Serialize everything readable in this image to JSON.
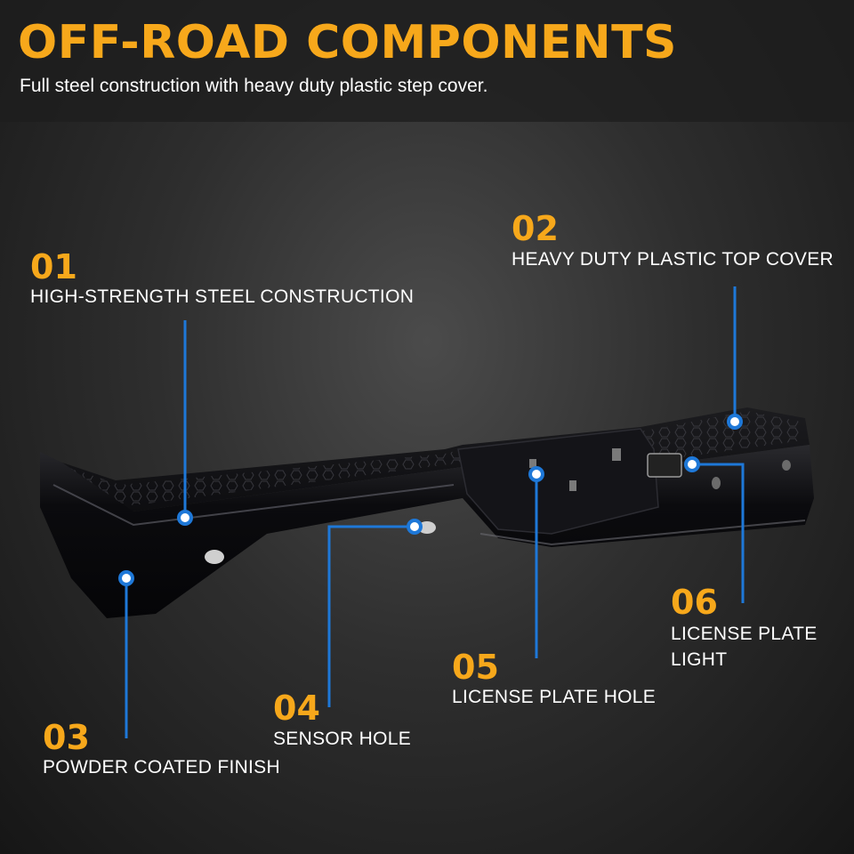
{
  "header": {
    "title": "OFF-ROAD COMPONENTS",
    "subtitle": "Full steel construction with heavy duty plastic step cover."
  },
  "colors": {
    "accent": "#f7a81b",
    "callout_line": "#1e78d8",
    "text": "#ffffff"
  },
  "callouts": [
    {
      "number": "01",
      "label": "HIGH-STRENGTH STEEL CONSTRUCTION"
    },
    {
      "number": "02",
      "label": "HEAVY DUTY PLASTIC TOP COVER"
    },
    {
      "number": "03",
      "label": "POWDER COATED FINISH"
    },
    {
      "number": "04",
      "label": "SENSOR HOLE"
    },
    {
      "number": "05",
      "label": "LICENSE PLATE HOLE"
    },
    {
      "number": "06",
      "label_line1": "LICENSE PLATE",
      "label_line2": "LIGHT"
    }
  ]
}
